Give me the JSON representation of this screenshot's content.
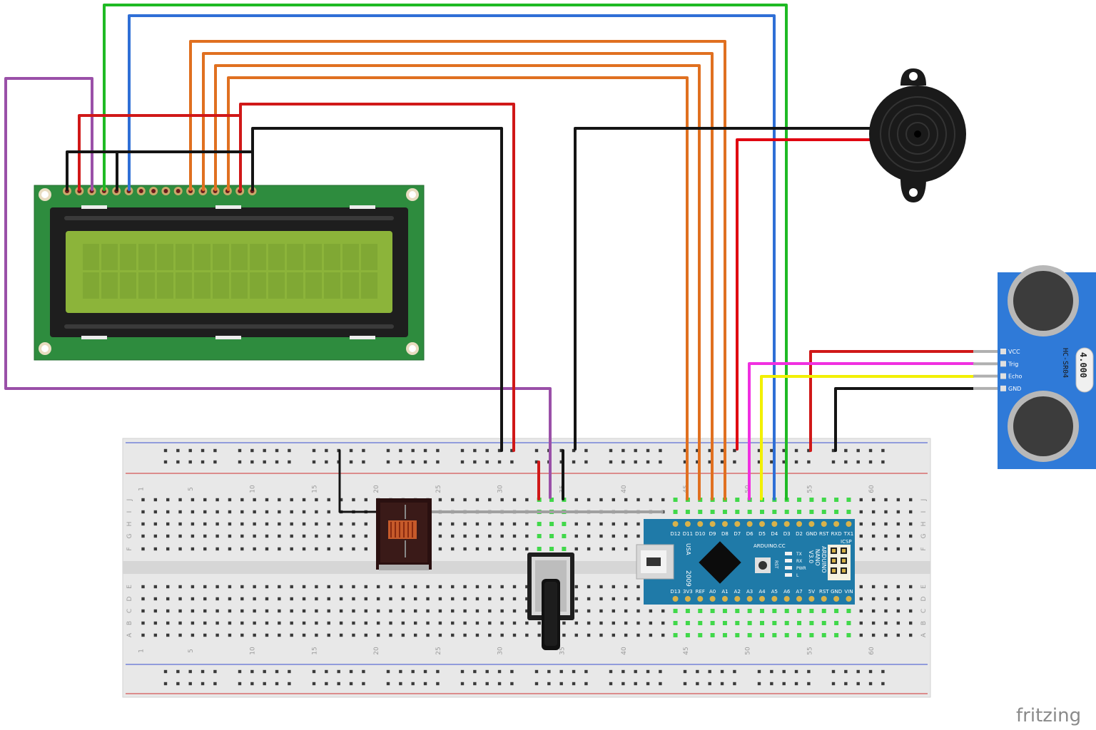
{
  "colors": {
    "wire_green": "#1fba24",
    "wire_blue": "#2f6fd6",
    "wire_orange": "#e07020",
    "wire_red": "#d01818",
    "wire_black": "#141414",
    "wire_purple": "#9a50a8",
    "wire_magenta": "#f030e0",
    "wire_yellow": "#f2f000",
    "wire_gray": "#999999",
    "lcd_pcb": "#2e8c3e",
    "lcd_screen": "#8cb43a",
    "nano_pcb": "#1f7aa8",
    "sensor_pcb": "#2f7ad8",
    "breadboard": "#e8e8e8"
  },
  "breadboard": {
    "col_numbers": [
      "1",
      "5",
      "10",
      "15",
      "20",
      "25",
      "30",
      "35",
      "40",
      "45",
      "50",
      "55",
      "60"
    ],
    "row_letters_top": [
      "J",
      "I",
      "H",
      "G",
      "F"
    ],
    "row_letters_bottom": [
      "E",
      "D",
      "C",
      "B",
      "A"
    ]
  },
  "nano": {
    "top_pins": [
      "D12",
      "D11",
      "D10",
      "D9",
      "D8",
      "D7",
      "D6",
      "D5",
      "D4",
      "D3",
      "D2",
      "GND",
      "RST",
      "RXD",
      "TX1"
    ],
    "bottom_pins": [
      "D13",
      "3V3",
      "REF",
      "A0",
      "A1",
      "A2",
      "A3",
      "A4",
      "A5",
      "A6",
      "A7",
      "5V",
      "RST",
      "GND",
      "VIN"
    ],
    "usa_label": "USA",
    "year_label": "2009",
    "brand_label": "ARDUINO.CC",
    "model_label_1": "ARDUINO",
    "model_label_2": "NANO",
    "model_label_3": "V3.0",
    "icsp_label": "ICSP",
    "led_labels": [
      "TX",
      "RX",
      "PWR",
      "L"
    ],
    "rst_label": "RST"
  },
  "sensor": {
    "pins": [
      "VCC",
      "Trig",
      "Echo",
      "GND"
    ],
    "model": "HC-SR04",
    "crystal": "4.000"
  },
  "footer": {
    "logo": "fritzing"
  }
}
